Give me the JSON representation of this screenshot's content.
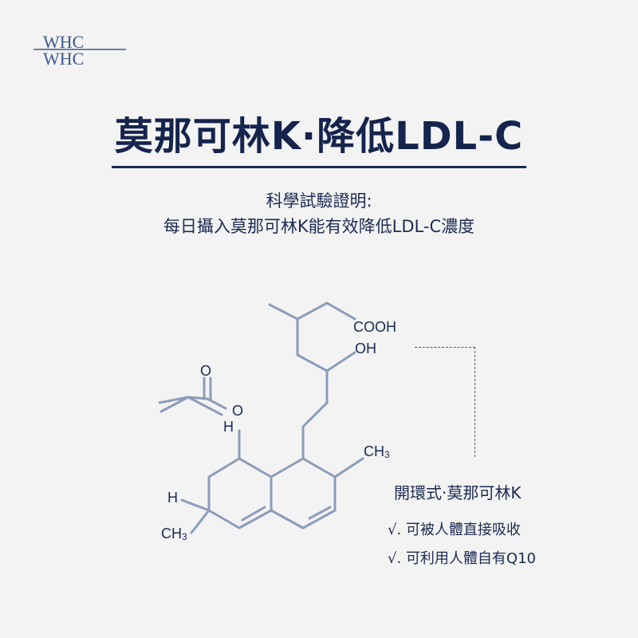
{
  "logo": {
    "text_top": "WHC",
    "text_bottom": "WHC",
    "color": "#3d5a8a"
  },
  "header": {
    "title": "莫那可林K·降低LDL-C",
    "subtitle_line1": "科學試驗證明:",
    "subtitle_line2": "每日攝入莫那可林K能有效降低LDL-C濃度"
  },
  "molecule": {
    "labels": {
      "cooh": "COOH",
      "oh": "OH",
      "o_carbonyl": "O",
      "o_ester": "O",
      "h_top": "H",
      "h_left": "H",
      "ch3_right": "CH",
      "ch3_right_sub": "3",
      "ch3_left": "CH",
      "ch3_left_sub": "3"
    },
    "bond_color": "#8c9cba",
    "text_color": "#1b2a52"
  },
  "panel": {
    "title": "開環式·莫那可林K",
    "bullets": [
      {
        "mark": "√.",
        "text": "可被人體直接吸收"
      },
      {
        "mark": "√.",
        "text": "可利用人體自有Q10"
      }
    ]
  }
}
